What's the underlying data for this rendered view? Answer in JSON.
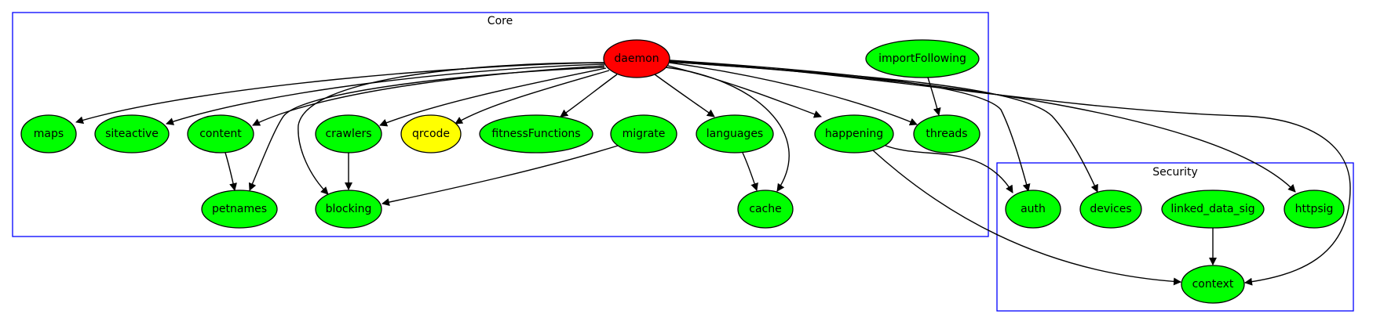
{
  "clusters": {
    "core": {
      "label": "Core"
    },
    "security": {
      "label": "Security"
    }
  },
  "colors": {
    "cluster_border": "#0000ff",
    "node_default": "#00ff00",
    "node_root": "#ff0000",
    "node_highlight": "#ffff00",
    "edge": "#000000"
  },
  "nodes": {
    "daemon": {
      "label": "daemon",
      "color": "#ff0000"
    },
    "importFollowing": {
      "label": "importFollowing",
      "color": "#00ff00"
    },
    "maps": {
      "label": "maps",
      "color": "#00ff00"
    },
    "siteactive": {
      "label": "siteactive",
      "color": "#00ff00"
    },
    "content": {
      "label": "content",
      "color": "#00ff00"
    },
    "crawlers": {
      "label": "crawlers",
      "color": "#00ff00"
    },
    "qrcode": {
      "label": "qrcode",
      "color": "#ffff00"
    },
    "fitnessFunctions": {
      "label": "fitnessFunctions",
      "color": "#00ff00"
    },
    "migrate": {
      "label": "migrate",
      "color": "#00ff00"
    },
    "languages": {
      "label": "languages",
      "color": "#00ff00"
    },
    "happening": {
      "label": "happening",
      "color": "#00ff00"
    },
    "threads": {
      "label": "threads",
      "color": "#00ff00"
    },
    "petnames": {
      "label": "petnames",
      "color": "#00ff00"
    },
    "blocking": {
      "label": "blocking",
      "color": "#00ff00"
    },
    "cache": {
      "label": "cache",
      "color": "#00ff00"
    },
    "auth": {
      "label": "auth",
      "color": "#00ff00"
    },
    "devices": {
      "label": "devices",
      "color": "#00ff00"
    },
    "linked_data_sig": {
      "label": "linked_data_sig",
      "color": "#00ff00"
    },
    "httpsig": {
      "label": "httpsig",
      "color": "#00ff00"
    },
    "context": {
      "label": "context",
      "color": "#00ff00"
    }
  },
  "edges": [
    {
      "from": "daemon",
      "to": "maps"
    },
    {
      "from": "daemon",
      "to": "siteactive"
    },
    {
      "from": "daemon",
      "to": "content"
    },
    {
      "from": "daemon",
      "to": "petnames"
    },
    {
      "from": "daemon",
      "to": "blocking"
    },
    {
      "from": "daemon",
      "to": "crawlers"
    },
    {
      "from": "daemon",
      "to": "qrcode"
    },
    {
      "from": "daemon",
      "to": "fitnessFunctions"
    },
    {
      "from": "daemon",
      "to": "languages"
    },
    {
      "from": "daemon",
      "to": "cache"
    },
    {
      "from": "daemon",
      "to": "happening"
    },
    {
      "from": "daemon",
      "to": "threads"
    },
    {
      "from": "daemon",
      "to": "auth"
    },
    {
      "from": "daemon",
      "to": "devices"
    },
    {
      "from": "daemon",
      "to": "httpsig"
    },
    {
      "from": "daemon",
      "to": "context"
    },
    {
      "from": "importFollowing",
      "to": "threads"
    },
    {
      "from": "content",
      "to": "petnames"
    },
    {
      "from": "crawlers",
      "to": "blocking"
    },
    {
      "from": "migrate",
      "to": "blocking"
    },
    {
      "from": "languages",
      "to": "cache"
    },
    {
      "from": "happening",
      "to": "auth"
    },
    {
      "from": "happening",
      "to": "context"
    },
    {
      "from": "linked_data_sig",
      "to": "context"
    }
  ]
}
